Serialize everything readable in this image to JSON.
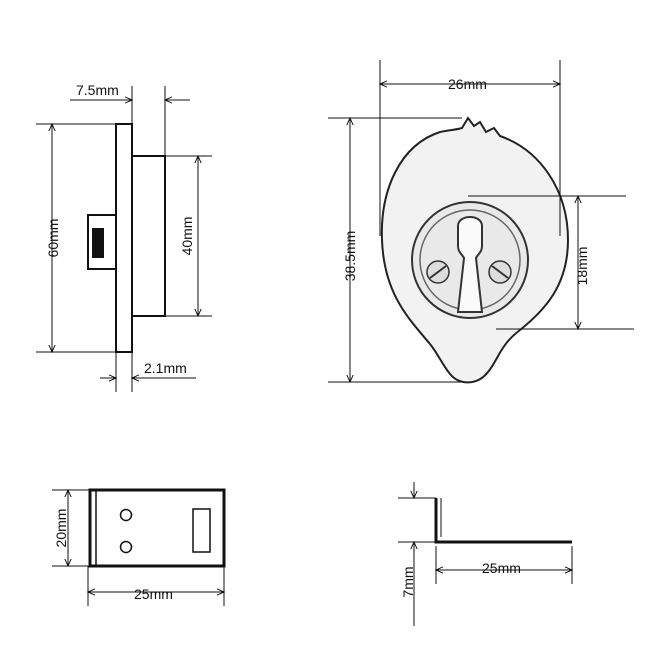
{
  "dimensions": {
    "side_depth": "7.5mm",
    "side_height": "60mm",
    "side_body_height": "40mm",
    "side_plate": "2.1mm",
    "escutcheon_width": "26mm",
    "escutcheon_height": "38.5mm",
    "escutcheon_keyhole": "18mm",
    "strike_height": "20mm",
    "strike_width": "25mm",
    "bracket_length": "25mm",
    "bracket_height": "7mm"
  }
}
